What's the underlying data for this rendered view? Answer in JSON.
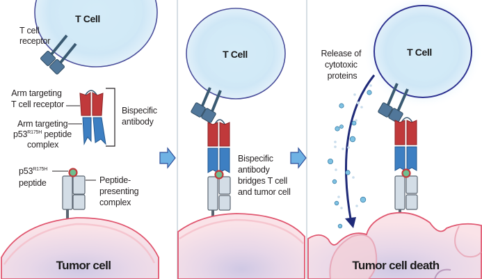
{
  "panels": [
    {
      "id": "panel-1",
      "tcell_label": "T Cell",
      "tumor_label": "Tumor cell",
      "labels": {
        "tcr": [
          "T cell",
          "receptor"
        ],
        "arm_tcr": [
          "Arm targeting",
          "T cell receptor"
        ],
        "arm_p53": [
          "Arm targeting",
          "p53",
          "R175H",
          " peptide",
          "complex"
        ],
        "bispecific": [
          "Bispecific",
          "antibody"
        ],
        "p53_peptide": [
          "p53",
          "R175H",
          "peptide"
        ],
        "pmhc": [
          "Peptide-",
          "presenting",
          "complex"
        ]
      }
    },
    {
      "id": "panel-2",
      "tcell_label": "T Cell",
      "labels": {
        "bridges": [
          "Bispecific",
          "antibody",
          "bridges T cell",
          "and tumor cell"
        ]
      }
    },
    {
      "id": "panel-3",
      "tcell_label": "T Cell",
      "tumor_label": "Tumor cell death",
      "labels": {
        "release": [
          "Release of",
          "cytotoxic",
          "proteins"
        ]
      }
    }
  ],
  "arrows": [
    {
      "name": "step-arrow-1",
      "direction": "right"
    },
    {
      "name": "step-arrow-2",
      "direction": "right"
    }
  ],
  "colors": {
    "tcell_fill": "#d6eaf7",
    "tcell_outline": "#3b3f8f",
    "tcr": "#4a6f8c",
    "antibody_red": "#c0393b",
    "antibody_blue": "#3d7fc2",
    "peptide_green": "#6fbf8f",
    "peptide_ring": "#c0393b",
    "pmhc": "#cfd8e0",
    "tumor_fill": "#f8dde3",
    "tumor_outline": "#e0566f",
    "arrow_fill": "#6fb2e4",
    "release_arrow": "#1f2a78",
    "divider": "#c9d3dc"
  }
}
